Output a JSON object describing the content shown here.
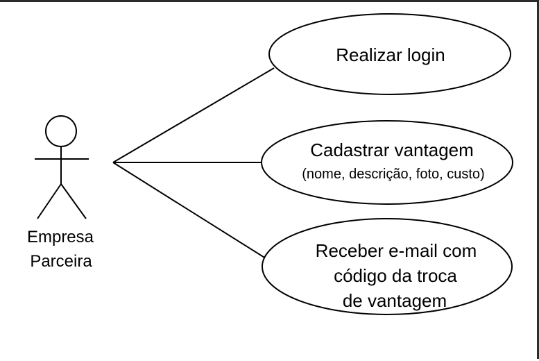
{
  "actor": {
    "name_line1": "Empresa",
    "name_line2": "Parceira"
  },
  "use_cases": [
    {
      "lines": [
        "Realizar login"
      ]
    },
    {
      "lines": [
        "Cadastrar vantagem",
        "(nome, descrição, foto, custo)"
      ]
    },
    {
      "lines": [
        "Receber e-mail com",
        "código da troca",
        "de vantagem"
      ]
    }
  ],
  "colors": {
    "stroke": "#000000",
    "frame": "#2b2b2b",
    "background": "#ffffff"
  }
}
